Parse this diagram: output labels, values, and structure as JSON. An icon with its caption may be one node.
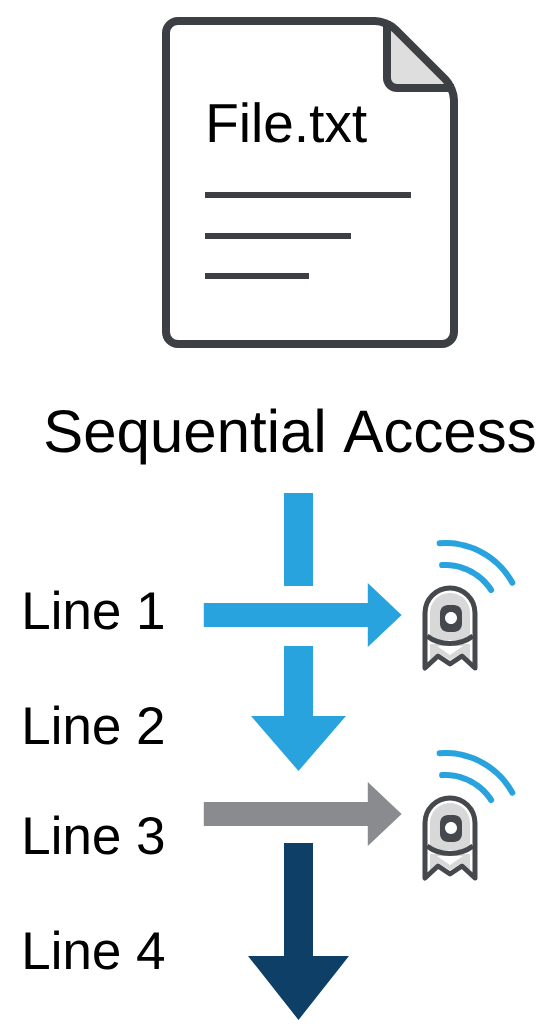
{
  "diagram": {
    "title": "Sequential Access",
    "nodes": [
      {
        "text": [
          "File.txt"
        ]
      },
      {
        "text": [
          "Line 1"
        ]
      },
      {
        "text": [],
        "shape": "picture"
      },
      {
        "text": [
          "Line 3"
        ]
      },
      {
        "text": [],
        "shape": "picture"
      }
    ],
    "edges": [
      {
        "from": 1,
        "to": 2,
        "arrow": "to",
        "color": "#29a3dd"
      },
      {
        "from": 3,
        "to": 4,
        "arrow": "to",
        "color": "#8a8b8f"
      }
    ],
    "labels": [
      "Line 2",
      "Line 4"
    ]
  }
}
